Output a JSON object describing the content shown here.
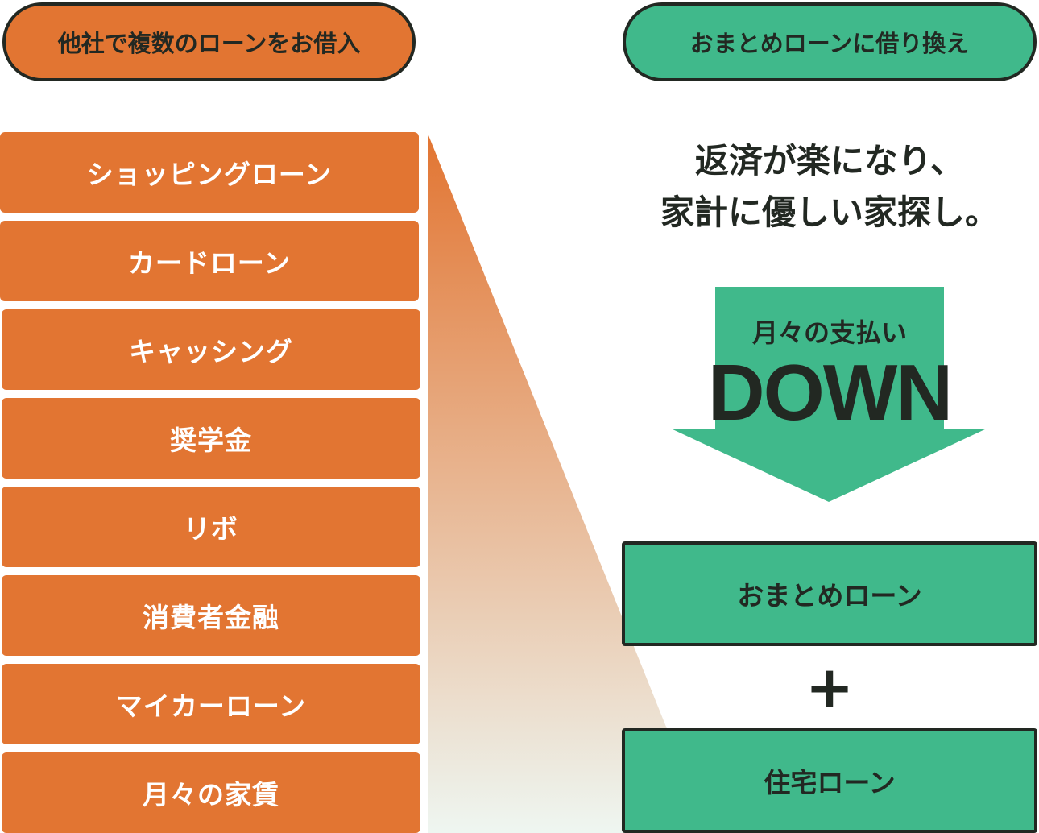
{
  "left_header": "他社で複数のローンをお借入",
  "right_header": "おまとめローンに借り換え",
  "loans": [
    "ショッピングローン",
    "カードローン",
    "キャッシング",
    "奨学金",
    "リボ",
    "消費者金融",
    "マイカーローン",
    "月々の家賃"
  ],
  "headline": [
    "返済が楽になり、",
    "家計に優しい家探し。"
  ],
  "arrow": {
    "label": "月々の支払い",
    "big": "DOWN"
  },
  "result_boxes": [
    "おまとめローン",
    "住宅ローン"
  ],
  "plus": "+",
  "colors": {
    "orange": "#e27532",
    "green": "#40b98b",
    "dark": "#222822"
  }
}
